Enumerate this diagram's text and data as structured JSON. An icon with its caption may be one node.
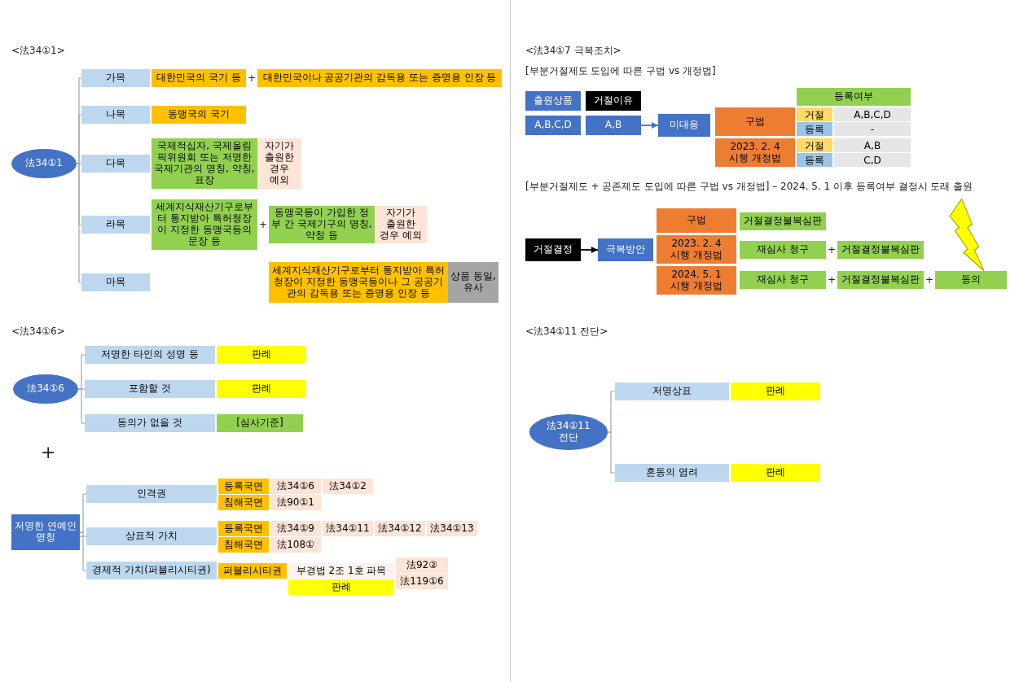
{
  "diagram": {
    "nodes": [
      {
        "text": [
          "法34①1"
        ]
      },
      {
        "text": [
          "가목"
        ]
      },
      {
        "text": [
          "대한민국의 국기 등"
        ]
      },
      {
        "text": [
          "대한민국이나 공공기관의 감독용 또는 증명용 인장 등"
        ]
      },
      {
        "text": [
          "나목"
        ]
      },
      {
        "text": [
          "동맹국의 국기"
        ]
      },
      {
        "text": [
          "다목"
        ]
      },
      {
        "text": [
          "국제적십자, 국제올림픽위원회 또는 저명한 국제기관의 명칭, 약칭, 표장"
        ]
      },
      {
        "text": [
          "자기가 출원한 경우 예외"
        ]
      },
      {
        "text": [
          "라목"
        ]
      },
      {
        "text": [
          "세계지식재산기구로부터 통지받아 특허청장이 지정한 동맹국등의 문장 등"
        ]
      },
      {
        "text": [
          "동맹국등이 가입한 정부 간 국제기구의 명칭, 약칭 등"
        ]
      },
      {
        "text": [
          "자기가 출원한 경우 예외"
        ]
      },
      {
        "text": [
          "마목"
        ]
      },
      {
        "text": [
          "세계지식재산기구로부터 통지받아 특허청장이 지정한 동맹국등이나 그 공공기관의 감독용 또는 증명용 인장 등"
        ]
      },
      {
        "text": [
          "상품 동일, 유사"
        ]
      },
      {
        "text": [
          "法34①6"
        ]
      },
      {
        "text": [
          "저명한 타인의 성명 등"
        ]
      },
      {
        "text": [
          "판례"
        ]
      },
      {
        "text": [
          "포함할 것"
        ]
      },
      {
        "text": [
          "판례"
        ]
      },
      {
        "text": [
          "동의가 없을 것"
        ]
      },
      {
        "text": [
          "[심사기준]"
        ]
      },
      {
        "text": [
          "저명한 연예인 명칭"
        ]
      },
      {
        "text": [
          "인격권"
        ]
      },
      {
        "text": [
          "등록국면"
        ]
      },
      {
        "text": [
          "法34①6"
        ]
      },
      {
        "text": [
          "法34①2"
        ]
      },
      {
        "text": [
          "침해국면"
        ]
      },
      {
        "text": [
          "法90①1"
        ]
      },
      {
        "text": [
          "상표적 가치"
        ]
      },
      {
        "text": [
          "등록국면"
        ]
      },
      {
        "text": [
          "法34①9"
        ]
      },
      {
        "text": [
          "法34①11"
        ]
      },
      {
        "text": [
          "法34①12"
        ]
      },
      {
        "text": [
          "法34①13"
        ]
      },
      {
        "text": [
          "침해국면"
        ]
      },
      {
        "text": [
          "法108①"
        ]
      },
      {
        "text": [
          "경제적 가치(퍼블리시티권)"
        ]
      },
      {
        "text": [
          "퍼블리시티권"
        ]
      },
      {
        "text": [
          "부경법 2조 1호 파목"
        ]
      },
      {
        "text": [
          "法92②"
        ]
      },
      {
        "text": [
          "판례"
        ]
      },
      {
        "text": [
          "法119①6"
        ]
      },
      {
        "text": [
          "출원상품"
        ]
      },
      {
        "text": [
          "거절이유"
        ]
      },
      {
        "text": [
          "A,B,C,D"
        ]
      },
      {
        "text": [
          "A,B"
        ]
      },
      {
        "text": [
          "미대응"
        ]
      },
      {
        "text": [
          "등록여부"
        ]
      },
      {
        "text": [
          "구법"
        ]
      },
      {
        "text": [
          "거절"
        ]
      },
      {
        "text": [
          "A,B,C,D"
        ]
      },
      {
        "text": [
          "등록"
        ]
      },
      {
        "text": [
          "-"
        ]
      },
      {
        "text": [
          "2023. 2. 4 시행 개정법"
        ]
      },
      {
        "text": [
          "거절"
        ]
      },
      {
        "text": [
          "A,B"
        ]
      },
      {
        "text": [
          "등록"
        ]
      },
      {
        "text": [
          "C,D"
        ]
      },
      {
        "text": [
          "거절결정"
        ]
      },
      {
        "text": [
          "극복방안"
        ]
      },
      {
        "text": [
          "구법"
        ]
      },
      {
        "text": [
          "거절결정불복심판"
        ]
      },
      {
        "text": [
          "2023. 2. 4 시행 개정법"
        ]
      },
      {
        "text": [
          "재심사 청구"
        ]
      },
      {
        "text": [
          "거절결정불복심판"
        ]
      },
      {
        "text": [
          "2024. 5. 1 시행 개정법"
        ]
      },
      {
        "text": [
          "재심사 청구"
        ]
      },
      {
        "text": [
          "거절결정불복심판"
        ]
      },
      {
        "text": [
          "동의"
        ]
      },
      {
        "text": [
          "法34①11 전단"
        ]
      },
      {
        "text": [
          "저명상표"
        ]
      },
      {
        "text": [
          "판례"
        ]
      },
      {
        "text": [
          "혼동의 염려"
        ]
      },
      {
        "text": [
          "판례"
        ]
      }
    ],
    "edges": [
      {
        "from": 0,
        "to": 1,
        "arrow": "none"
      },
      {
        "from": 0,
        "to": 4,
        "arrow": "none"
      },
      {
        "from": 0,
        "to": 6,
        "arrow": "none"
      },
      {
        "from": 0,
        "to": 9,
        "arrow": "none"
      },
      {
        "from": 0,
        "to": 13,
        "arrow": "none"
      },
      {
        "from": 16,
        "to": 17,
        "arrow": "none"
      },
      {
        "from": 16,
        "to": 19,
        "arrow": "none"
      },
      {
        "from": 16,
        "to": 21,
        "arrow": "none"
      },
      {
        "from": 23,
        "to": 24,
        "arrow": "none"
      },
      {
        "from": 23,
        "to": 30,
        "arrow": "none"
      },
      {
        "from": 23,
        "to": 38,
        "arrow": "none"
      },
      {
        "from": 47,
        "to": 48,
        "arrow": "to",
        "color": "#4472c4"
      },
      {
        "from": 60,
        "to": 61,
        "arrow": "to",
        "color": "#000000"
      },
      {
        "from": 71,
        "to": 72,
        "arrow": "none"
      },
      {
        "from": 71,
        "to": 74,
        "arrow": "none"
      }
    ],
    "labels": [
      "<法34①1>",
      "+",
      "+",
      "<法34①6>",
      "+",
      "<法34①7 극복조치>",
      "[부분거절제도 도입에 따른 구법 vs 개정법]",
      "[부분거절제도 + 공존제도 도입에 따른 구법 vs 개정법] – 2024. 5. 1 이후 등록여부 결정시 도래 출원",
      "+",
      "+",
      "+",
      "<法34①11 전단>"
    ]
  }
}
